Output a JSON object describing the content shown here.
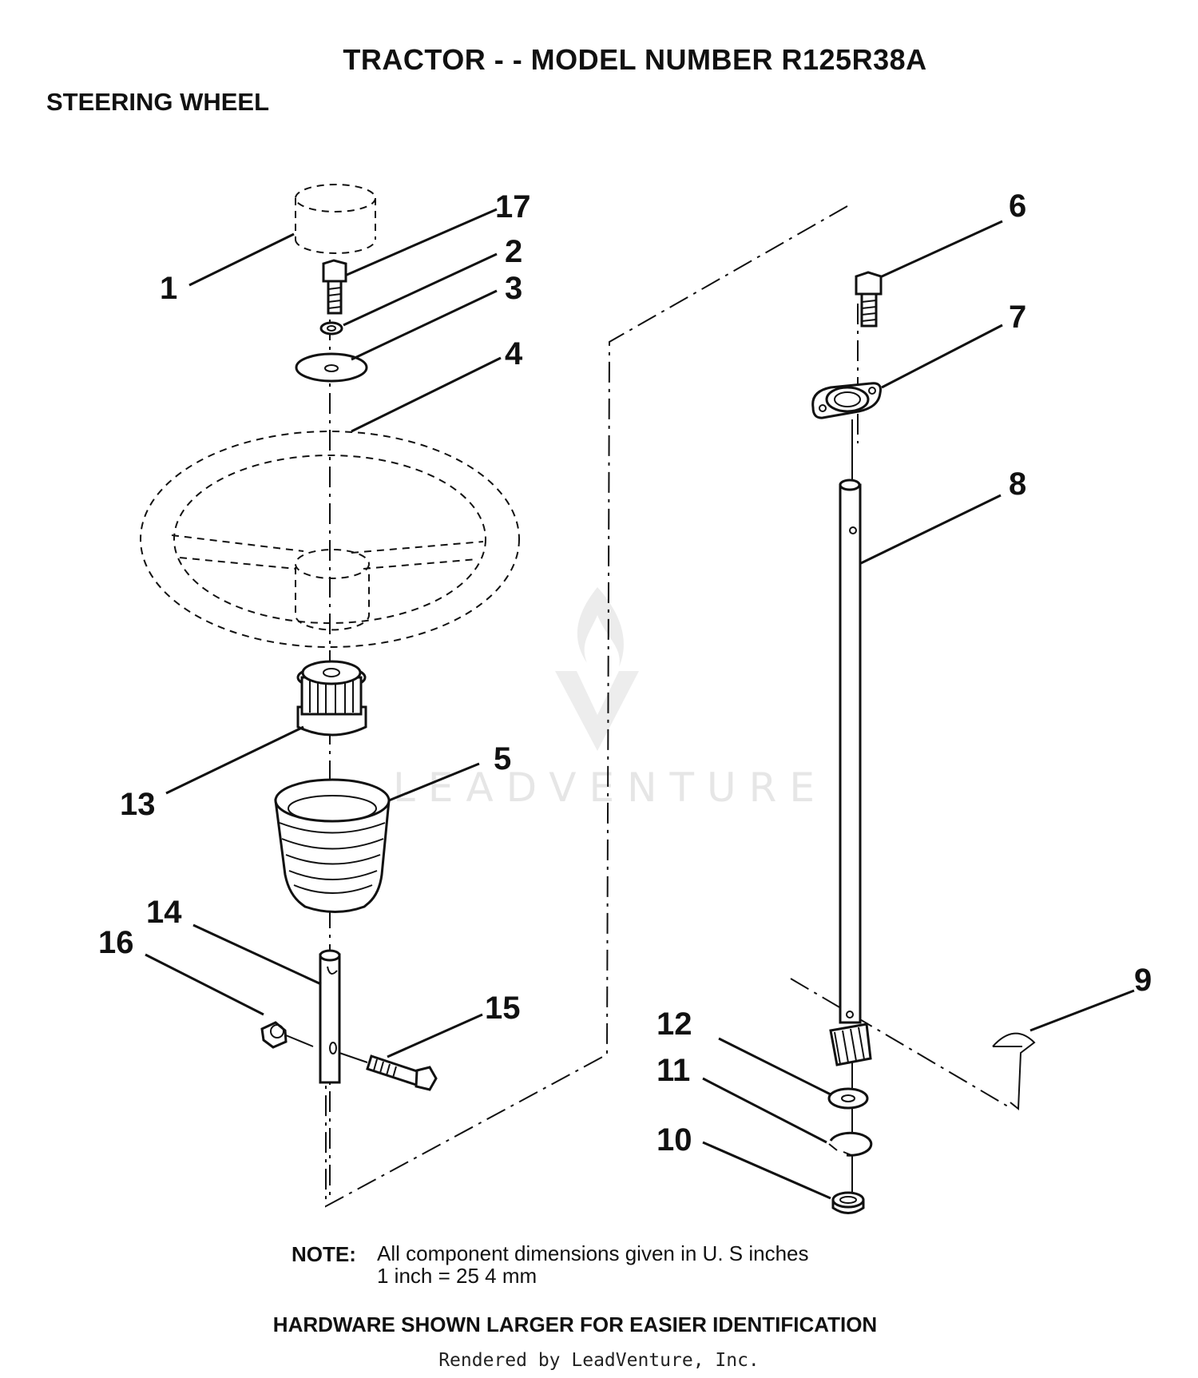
{
  "page": {
    "title": "TRACTOR - - MODEL NUMBER R125R38A",
    "subtitle": "STEERING WHEEL"
  },
  "callouts": {
    "p1": "1",
    "p2": "2",
    "p3": "3",
    "p4": "4",
    "p5": "5",
    "p6": "6",
    "p7": "7",
    "p8": "8",
    "p9": "9",
    "p10": "10",
    "p11": "11",
    "p12": "12",
    "p13": "13",
    "p14": "14",
    "p15": "15",
    "p16": "16",
    "p17": "17"
  },
  "note": {
    "label": "NOTE:",
    "line1": "All component dimensions given in U. S  inches",
    "line2": "1 inch = 25 4 mm"
  },
  "hardware_note": "HARDWARE SHOWN LARGER FOR EASIER IDENTIFICATION",
  "watermark": "LEADVENTURE",
  "footer": "Rendered by LeadVenture, Inc."
}
